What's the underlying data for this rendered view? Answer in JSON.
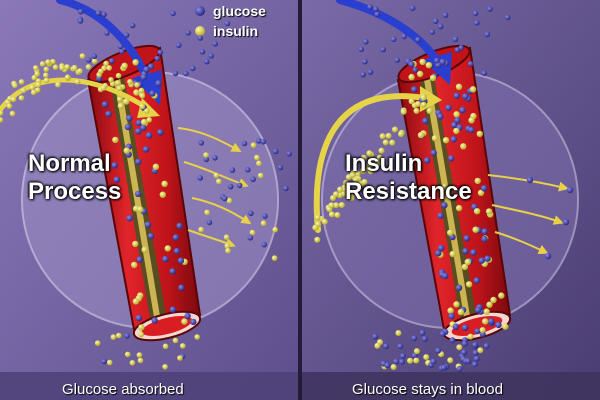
{
  "legend": {
    "glucose": "glucose",
    "insulin": "insulin"
  },
  "panels": [
    {
      "title_line1": "Normal",
      "title_line2": "Process",
      "caption": "Glucose absorbed"
    },
    {
      "title_line1": "Insulin",
      "title_line2": "Resistance",
      "caption": "Glucose stays in blood"
    }
  ],
  "colors": {
    "glucose": "#3a3aa8",
    "insulin": "#e8e05a",
    "vessel": "#c8141a",
    "arrow_glucose": "#2a3fd0",
    "arrow_insulin": "#d8d038"
  }
}
